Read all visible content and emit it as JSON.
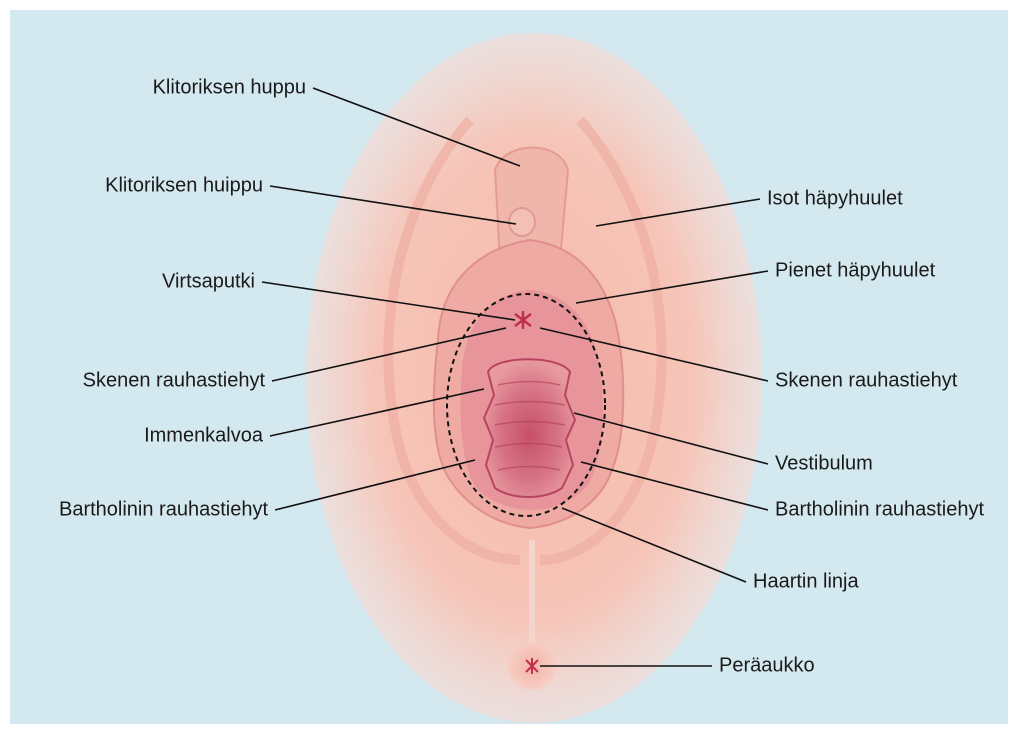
{
  "diagram": {
    "labels": {
      "clitoral_hood": "Klitoriksen huppu",
      "clitoral_glans": "Klitoriksen huippu",
      "urethra": "Virtsaputki",
      "skene_duct_left": "Skenen rauhastiehyt",
      "hymen": "Immenkalvoa",
      "bartholin_duct_left": "Bartholinin rauhastiehyt",
      "labia_majora": "Isot häpyhuulet",
      "labia_minora": "Pienet häpyhuulet",
      "skene_duct_right": "Skenen rauhastiehyt",
      "vestibulum": "Vestibulum",
      "bartholin_duct_right": "Bartholinin rauhastiehyt",
      "harts_line": "Haartin linja",
      "anus": "Peräaukko"
    },
    "colors": {
      "background": "#d4e8ef",
      "outer_skin": "#f6c7bb",
      "labia_majora": "#f3c0b4",
      "labia_minora": "#eeaaa3",
      "vestibule": "#e7959a",
      "vaginal_opening": "#c85a6e",
      "urethra_mark": "#c0304f",
      "dashed_line": "#111111"
    }
  }
}
